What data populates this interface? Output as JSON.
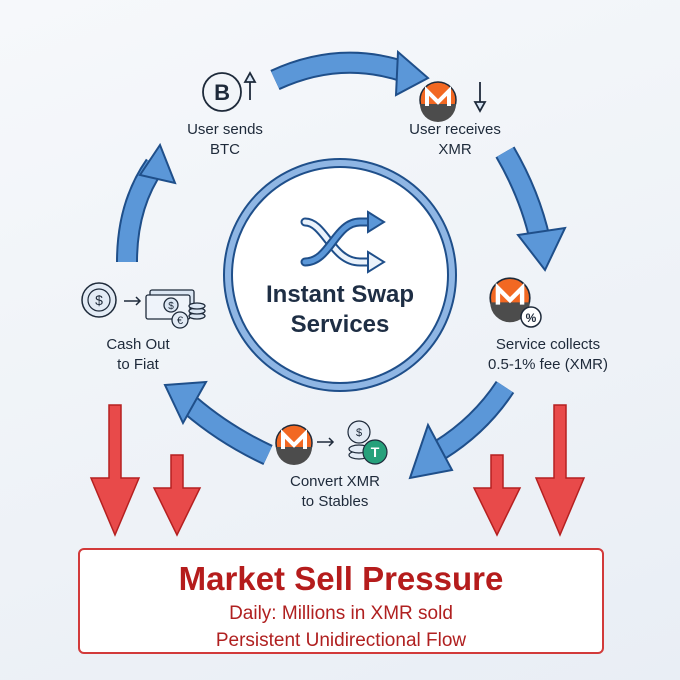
{
  "center": {
    "title_line1": "Instant Swap",
    "title_line2": "Services",
    "icon": "shuffle-icon"
  },
  "steps": [
    {
      "id": "send-btc",
      "line1": "User sends",
      "line2": "BTC",
      "icon": "bitcoin-icon"
    },
    {
      "id": "receive-xmr",
      "line1": "User receives",
      "line2": "XMR",
      "icon": "monero-icon"
    },
    {
      "id": "collect-fee",
      "line1": "Service collects",
      "line2": "0.5-1% fee (XMR)",
      "icon": "monero-percent-icon"
    },
    {
      "id": "convert",
      "line1": "Convert XMR",
      "line2": "to Stables",
      "icon": "monero-to-stablecoin-icon"
    },
    {
      "id": "cash-out",
      "line1": "Cash Out",
      "line2": "to Fiat",
      "icon": "dollar-to-cash-icon"
    }
  ],
  "sell_pressure": {
    "title": "Market Sell Pressure",
    "line1": "Daily: Millions in XMR sold",
    "line2": "Persistent Unidirectional Flow"
  },
  "colors": {
    "cycle_blue": "#5b97d8",
    "outline": "#1f4f8a",
    "red": "#e84a4a",
    "monero_orange": "#f26822",
    "tether_green": "#26a17b"
  }
}
